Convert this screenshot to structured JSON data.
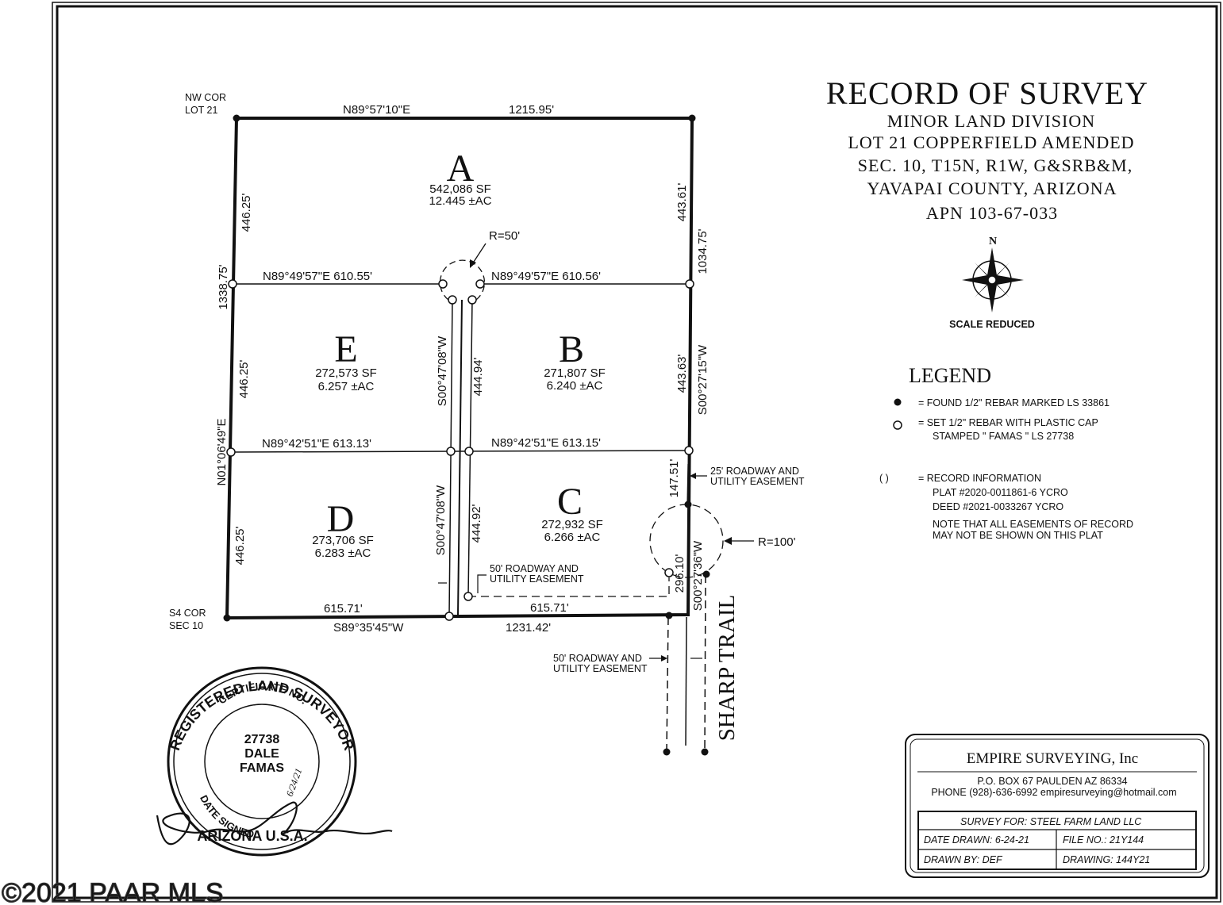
{
  "title": {
    "main": "RECORD OF SURVEY",
    "lines": [
      "MINOR LAND DIVISION",
      "LOT 21 COPPERFIELD AMENDED",
      "SEC. 10, T15N, R1W, G&SRB&M,",
      "YAVAPAI COUNTY, ARIZONA",
      "APN 103-67-033"
    ]
  },
  "north_arrow": {
    "letter": "N",
    "scale_note": "SCALE REDUCED"
  },
  "legend": {
    "heading": "LEGEND",
    "found": "= FOUND 1/2\" REBAR MARKED LS 33861",
    "set_1": "= SET 1/2\" REBAR WITH PLASTIC CAP",
    "set_2": "STAMPED \" FAMAS \" LS 27738",
    "record_sym": "(   )",
    "record": "= RECORD INFORMATION",
    "plat": "PLAT #2020-0011861-6 YCRO",
    "deed": "DEED #2021-0033267 YCRO",
    "note_1": "NOTE THAT ALL EASEMENTS OF RECORD",
    "note_2": "MAY NOT BE SHOWN ON THIS PLAT"
  },
  "corners": {
    "nw_1": "NW COR",
    "nw_2": "LOT 21",
    "s4_1": "S4 COR",
    "s4_2": "SEC 10"
  },
  "lots": {
    "a": {
      "letter": "A",
      "sf": "542,086 SF",
      "ac": "12.445 ±AC"
    },
    "b": {
      "letter": "B",
      "sf": "271,807 SF",
      "ac": "6.240 ±AC"
    },
    "c": {
      "letter": "C",
      "sf": "272,932 SF",
      "ac": "6.266 ±AC"
    },
    "d": {
      "letter": "D",
      "sf": "273,706 SF",
      "ac": "6.283 ±AC"
    },
    "e": {
      "letter": "E",
      "sf": "272,573 SF",
      "ac": "6.257 ±AC"
    }
  },
  "calls": {
    "north_bearing": "N89°57'10\"E",
    "north_dist": "1215.95'",
    "mid1_west": "N89°49'57\"E 610.55'",
    "mid1_east": "N89°49'57\"E 610.56'",
    "mid2_west": "N89°42'51\"E 613.13'",
    "mid2_east": "N89°42'51\"E 613.15'",
    "south_west_dist": "615.71'",
    "south_bearing": "S89°35'45\"W",
    "south_total": "1231.42'",
    "south_east_dist": "615.71'",
    "west_a": "446.25'",
    "west_total": "1338.75'",
    "west_e": "446.25'",
    "west_bearing": "N01°06'49\"E",
    "west_d": "446.25'",
    "east_a": "443.61'",
    "east_total": "1034.75'",
    "east_b": "443.63'",
    "east_bearing": "S00°27'15\"W",
    "east_c": "147.51'",
    "east_south": "S00°27'36\"W",
    "east_296": "296.10'",
    "cen1_bearing": "S00°47'08\"W",
    "cen1_dist": "444.94'",
    "cen2_bearing": "S00°47'08\"W",
    "cen2_dist": "444.92'",
    "radius_50": "R=50'",
    "radius_100": "R=100'"
  },
  "easements": {
    "e25_1": "25' ROADWAY AND",
    "e25_2": "UTILITY EASEMENT",
    "e50a_1": "50' ROADWAY AND",
    "e50a_2": "UTILITY EASEMENT",
    "e50b_1": "50' ROADWAY AND",
    "e50b_2": "UTILITY EASEMENT"
  },
  "road_name": "SHARP TRAIL",
  "seal": {
    "outer": "REGISTERED LAND SURVEYOR",
    "inner_top": "CERTIFICATE NO.",
    "number": "27738",
    "first": "DALE",
    "last": "FAMAS",
    "date_label": "DATE SIGNED",
    "date": "6/24/21",
    "state": "ARIZONA U.S.A."
  },
  "title_block": {
    "company": "EMPIRE SURVEYING, Inc",
    "address": "P.O. BOX  67  PAULDEN  AZ   86334",
    "phone": "PHONE (928)-636-6992 empiresurveying@hotmail.com",
    "survey_for": "SURVEY FOR:  STEEL FARM LAND LLC",
    "date_drawn": "DATE DRAWN:   6-24-21",
    "file_no": "FILE NO.:   21Y144",
    "drawn_by": "DRAWN BY:  DEF",
    "drawing": "DRAWING:   144Y21"
  },
  "watermark": "©2021 PAAR MLS"
}
